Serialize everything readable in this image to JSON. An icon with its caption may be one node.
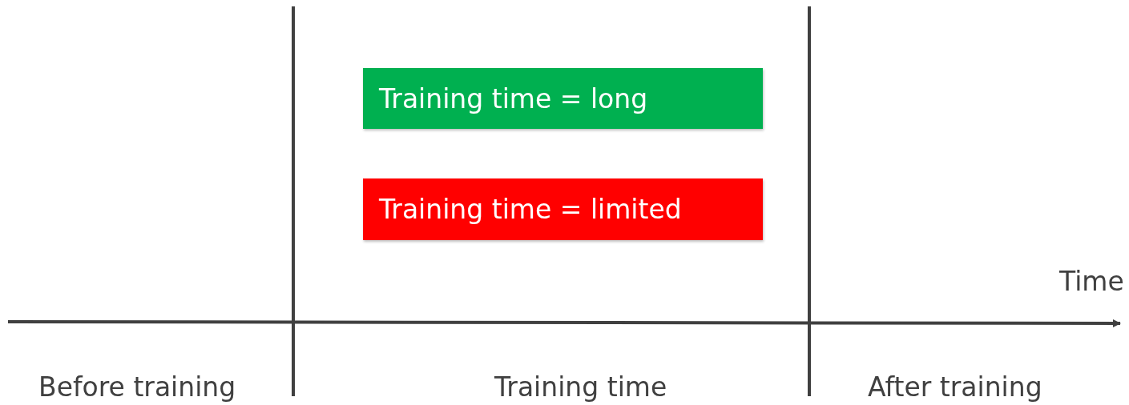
{
  "diagram": {
    "nodes": [
      {
        "text": [
          "Training time = long"
        ]
      },
      {
        "text": [
          "Training time = limited"
        ]
      }
    ],
    "labels": [
      "Time",
      "Before training",
      "Training time",
      "After training"
    ]
  }
}
